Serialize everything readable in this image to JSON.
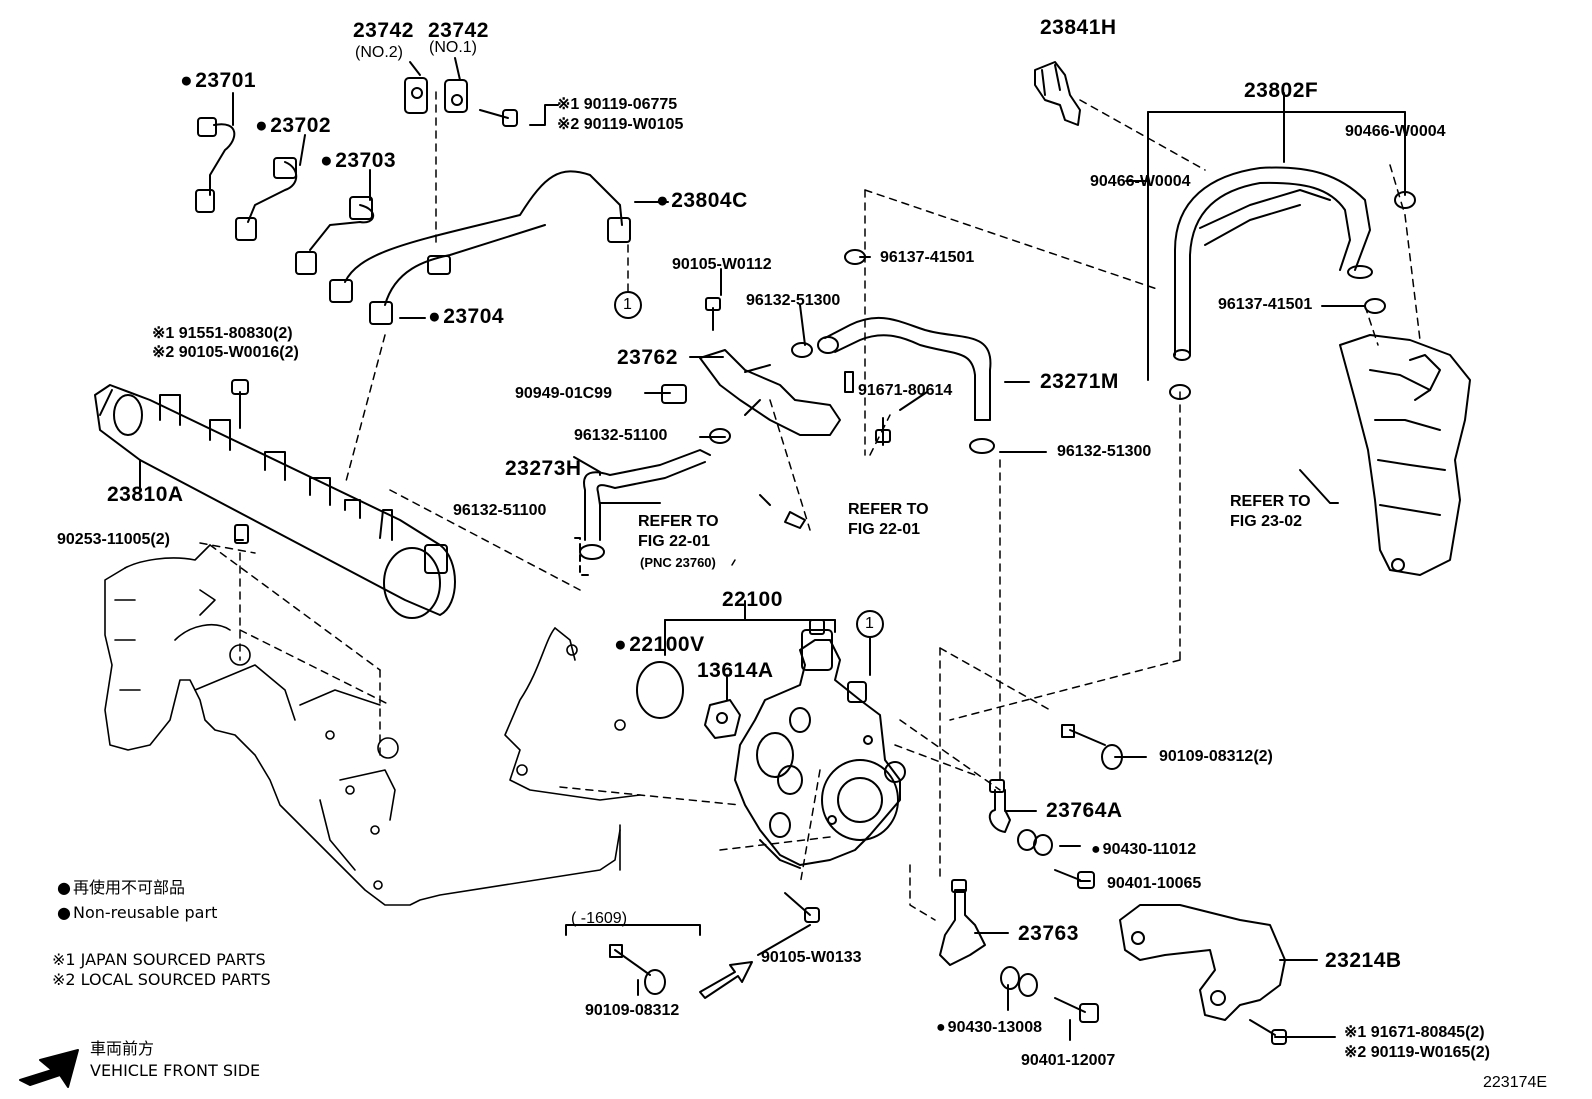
{
  "diagram_code": "223174E",
  "part_numbers": {
    "p23701": "23701",
    "p23702": "23702",
    "p23703": "23703",
    "p23704": "23704",
    "p23742_no2": "23742",
    "p23742_no2_sub": "(NO.2)",
    "p23742_no1": "23742",
    "p23742_no1_sub": "(NO.1)",
    "p90119_06775": "90119-06775",
    "p90119_W0105": "90119-W0105",
    "p23804C": "23804C",
    "p23841H": "23841H",
    "p23802F": "23802F",
    "p90466_W0004_a": "90466-W0004",
    "p90466_W0004_b": "90466-W0004",
    "p96137_41501_a": "96137-41501",
    "p96137_41501_b": "96137-41501",
    "p90105_W0112": "90105-W0112",
    "p96132_51300_a": "96132-51300",
    "p96132_51300_b": "96132-51300",
    "p23762": "23762",
    "p90949_01C99": "90949-01C99",
    "p91671_80614": "91671-80614",
    "p23271M": "23271M",
    "p96132_51100_a": "96132-51100",
    "p96132_51100_b": "96132-51100",
    "p23273H": "23273H",
    "p91551_80830": "91551-80830(2)",
    "p90105_W0016": "90105-W0016(2)",
    "p23810A": "23810A",
    "p90253_11005": "90253-11005(2)",
    "p22100": "22100",
    "p22100V": "22100V",
    "p13614A": "13614A",
    "p90109_08312_2": "90109-08312(2)",
    "p23764A": "23764A",
    "p90430_11012": "90430-11012",
    "p90401_10065": "90401-10065",
    "p90105_W0133": "90105-W0133",
    "p90109_08312": "90109-08312",
    "p23763": "23763",
    "p90430_13008": "90430-13008",
    "p90401_12007": "90401-12007",
    "p23214B": "23214B",
    "p91671_80845": "91671-80845(2)",
    "p90119_W0165": "90119-W0165(2)",
    "range_label": "(     -1609)"
  },
  "references": {
    "refer_left_1": "REFER TO",
    "refer_left_2": "FIG 22-01",
    "refer_left_pnc": "(PNC 23760)",
    "refer_mid_1": "REFER TO",
    "refer_mid_2": "FIG 22-01",
    "refer_right_1": "REFER TO",
    "refer_right_2": "FIG 23-02"
  },
  "markers": {
    "circle_1_top": "1",
    "circle_1_pump": "1"
  },
  "legend": {
    "jp_nonreusable": "再使用不可部品",
    "en_nonreusable": "Non-reusable part",
    "japan_sourced": "JAPAN SOURCED PARTS",
    "local_sourced": "LOCAL SOURCED PARTS"
  },
  "direction": {
    "jp": "車両前方",
    "en": "VEHICLE FRONT SIDE"
  }
}
